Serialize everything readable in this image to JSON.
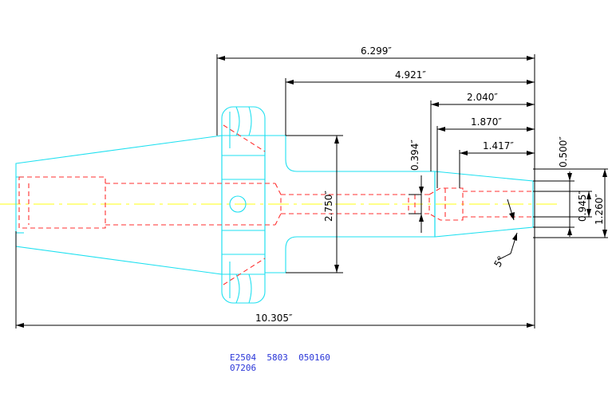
{
  "colors": {
    "part_outline": "#1ee0f0",
    "hidden_lines": "#ff3030",
    "centerline": "#ffff40",
    "dimensions": "#000000",
    "part_code": "#2a36d8"
  },
  "dimensions": {
    "overall_top": "6.299″",
    "shank": "4.921″",
    "bore_depth_1": "2.040″",
    "bore_depth_2": "1.870″",
    "bore_depth_3": "1.417″",
    "pilot_dia": "0.394″",
    "body_dia": "2.750″",
    "bore_dia_a": "0.500″",
    "bore_dia_b": "0.945″",
    "nose_dia": "1.260″",
    "taper_angle": "5°",
    "overall_length": "10.305″"
  },
  "part_code": {
    "line1": "E2504  5803  050160",
    "line2": "07206"
  }
}
